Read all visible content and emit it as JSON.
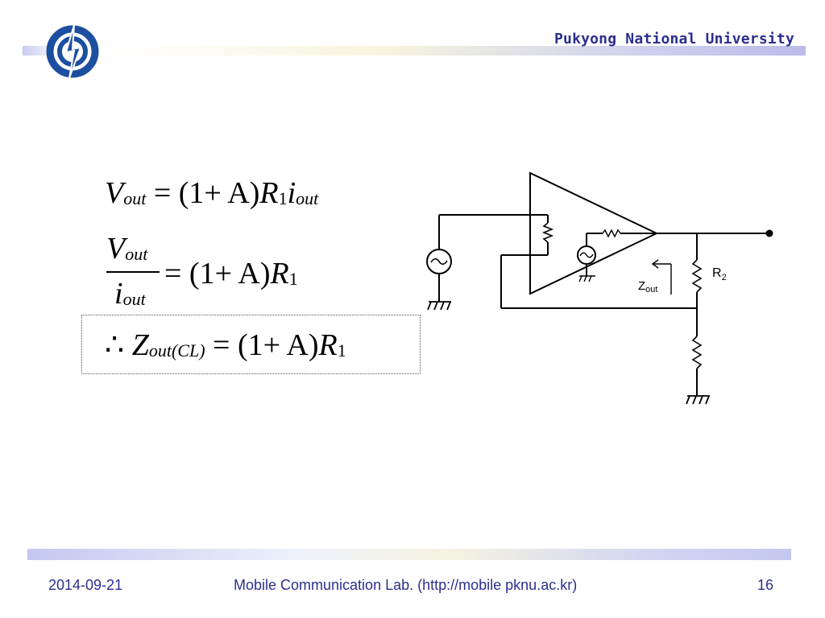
{
  "header": {
    "university": "Pukyong National University"
  },
  "equations": {
    "eq1": {
      "lhs": "V",
      "lhs_sub": "out",
      "mid": " = (1+ A)",
      "r": "R",
      "r_sub": "1",
      "i": "i",
      "i_sub": "out"
    },
    "eq2": {
      "num": "V",
      "num_sub": "out",
      "den": "i",
      "den_sub": "out",
      "rhs": " = (1+ A)",
      "r": "R",
      "r_sub": "1"
    },
    "eq3": {
      "therefore": "∴ ",
      "z": "Z",
      "z_sub": "out",
      "z_sub2": "(CL)",
      "rhs": " = (1+ A)",
      "r": "R",
      "r_sub": "1"
    }
  },
  "circuit": {
    "label_r2": "R",
    "label_r2_sub": "2",
    "label_zout": "Z",
    "label_zout_sub": "out"
  },
  "footer": {
    "date": "2014-09-21",
    "lab": "Mobile Communication Lab. (http://mobile pknu.ac.kr)",
    "page": "16"
  },
  "colors": {
    "brand_text": "#2b2f8f",
    "logo_blue": "#1c4fa0"
  }
}
